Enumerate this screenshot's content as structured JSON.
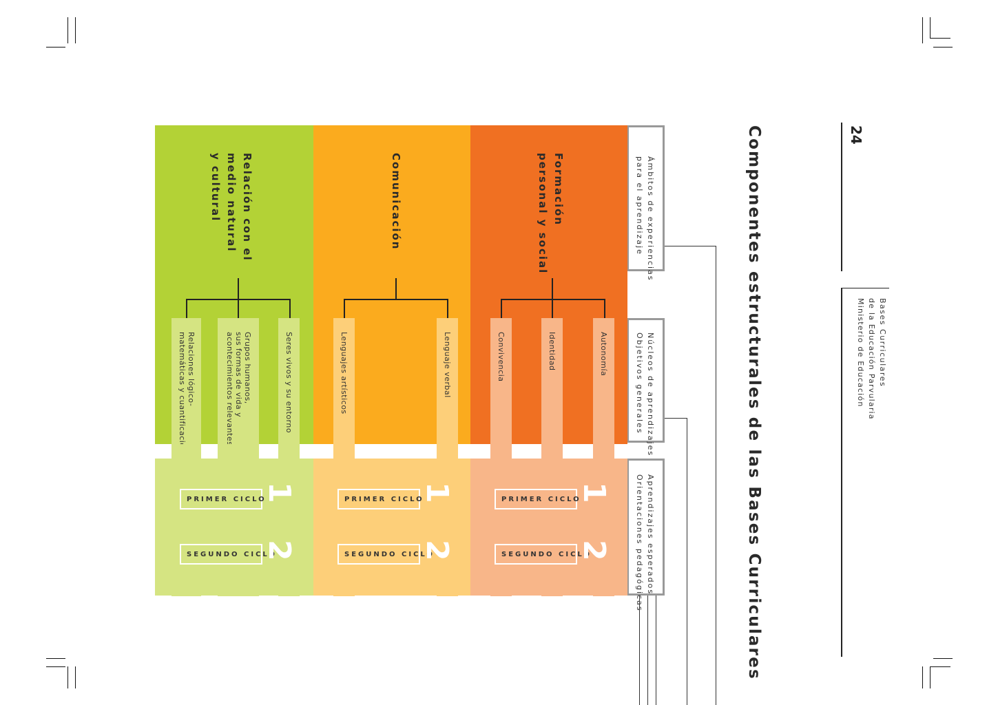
{
  "page_number": "24",
  "main_title": "Componentes estructurales de las Bases Curriculares",
  "publication": {
    "line1": "Bases Curriculares",
    "line2": "de la Educación Parvularia",
    "line3": "Ministerio de Educación"
  },
  "legend": {
    "ambitos": [
      "Ámbitos de experiencias",
      "para el aprendizaje"
    ],
    "nucleos": [
      "Núcleos de aprendizajes",
      "Objetivos generales"
    ],
    "aprendizajes": [
      "Aprendizajes esperados",
      "Orientaciones pedagógicas"
    ]
  },
  "ambitos": [
    {
      "title_lines": [
        "Formación",
        "personal y social"
      ],
      "nucleos": [
        "Autonomía",
        "Identidad",
        "Convivencia"
      ],
      "colors": {
        "main": "#f07022",
        "light": "#f8b689"
      }
    },
    {
      "title_lines": [
        "Comunicación"
      ],
      "nucleos": [
        "Lenguaje verbal",
        "Lenguajes artísticos"
      ],
      "colors": {
        "main": "#fbab1e",
        "light": "#fdcf79"
      }
    },
    {
      "title_lines": [
        "Relación con el",
        "medio natural",
        "y cultural"
      ],
      "nucleos": [
        "Seres vivos y su entorno",
        "Grupos humanos,|sus formas de vida y|acontecimientos relevantes",
        "Relaciones lógico-|matemáticas y cuantificación"
      ],
      "colors": {
        "main": "#b3d236",
        "light": "#d5e482"
      }
    }
  ],
  "ciclos": {
    "primer_label": "PRIMER CICLO",
    "primer_number": "1",
    "segundo_label": "SEGUNDO CICLO",
    "segundo_number": "2"
  }
}
